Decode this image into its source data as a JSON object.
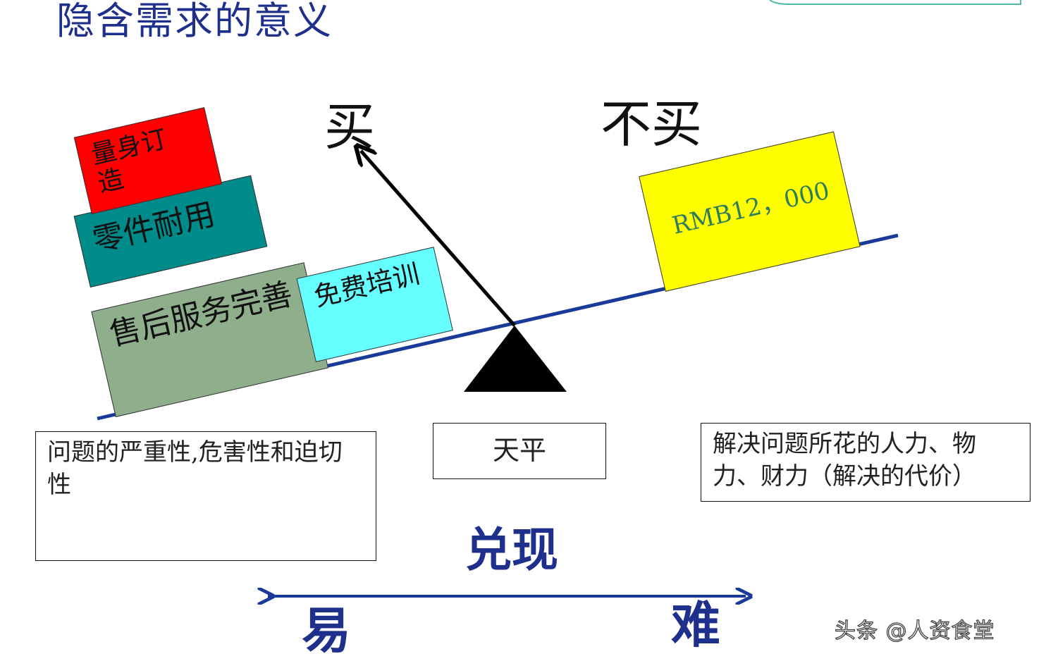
{
  "title": "隐含需求的意义",
  "buy_label": "买",
  "not_buy_label": "不买",
  "blocks": {
    "tailor_made": "量身订造",
    "parts_durable": "零件耐用",
    "after_sales": "售后服务完善",
    "free_training": "免费培训",
    "price": "RMB12，000"
  },
  "text_boxes": {
    "problem_severity": "问题的严重性,危害性和迫切性",
    "balance": "天平",
    "solution_cost": "解决问题所花的人力、物力、财力（解决的代价）"
  },
  "realization_label": "兑现",
  "easy_label": "易",
  "hard_label": "难",
  "watermark": "头条 @人资食堂",
  "colors": {
    "title": "#1f2f8c",
    "beam": "#1a3a9a",
    "red_block": "#ff0000",
    "teal_block": "#008b8b",
    "sage_block": "#8fae8b",
    "cyan_block": "#66ffff",
    "yellow_block": "#ffff00",
    "price_text": "#2e7d5a"
  }
}
